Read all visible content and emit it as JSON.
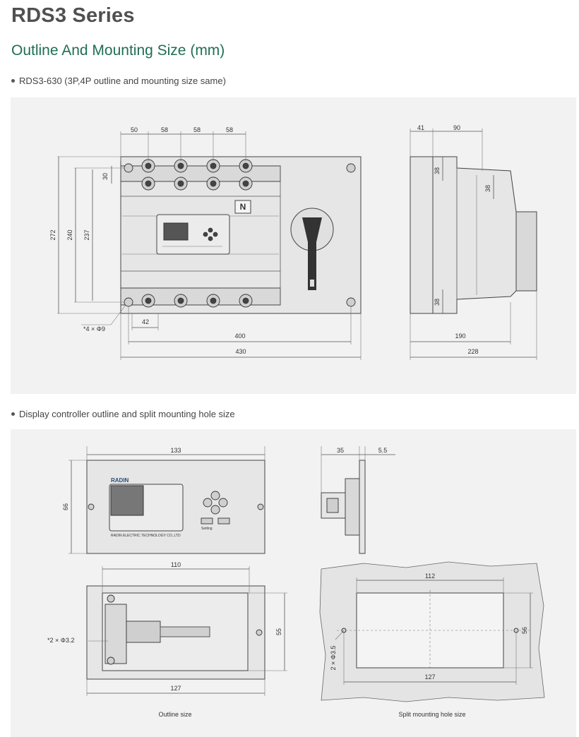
{
  "header": {
    "series_title": "RDS3 Series",
    "section_heading": "Outline And Mounting Size (mm)"
  },
  "sections": [
    {
      "bullet": "RDS3-630 (3P,4P outline and mounting size same)"
    },
    {
      "bullet": "Display controller outline and split mounting hole size"
    }
  ],
  "diagram1": {
    "front": {
      "dims_top": [
        "50",
        "58",
        "58",
        "58"
      ],
      "dim_30": "30",
      "dim_272": "272",
      "dim_240": "240",
      "dim_237": "237",
      "dim_42": "42",
      "hole_note": "*4 × Φ9",
      "dim_400": "400",
      "dim_430": "430",
      "n_label": "N"
    },
    "side": {
      "dim_41": "41",
      "dim_90": "90",
      "dim_38a": "38",
      "dim_38b": "38",
      "dim_38c": "38",
      "dim_190": "190",
      "dim_228": "228"
    }
  },
  "diagram2": {
    "front": {
      "dim_133": "133",
      "dim_66": "66",
      "brand": "RADIN",
      "maker": "RADIN ELECTRIC TECHNOLOGY CO.,LTD",
      "setting_label": "Setting"
    },
    "side": {
      "dim_35": "35",
      "dim_5_5": "5.5"
    },
    "back": {
      "dim_110": "110",
      "dim_55": "55",
      "dim_127": "127",
      "hole_note": "*2 × Φ3.2",
      "caption": "Outline size"
    },
    "cutout": {
      "dim_112": "112",
      "dim_56": "56",
      "dim_127": "127",
      "hole_note": "2 × Φ3.5",
      "caption": "Split mounting hole size"
    }
  }
}
